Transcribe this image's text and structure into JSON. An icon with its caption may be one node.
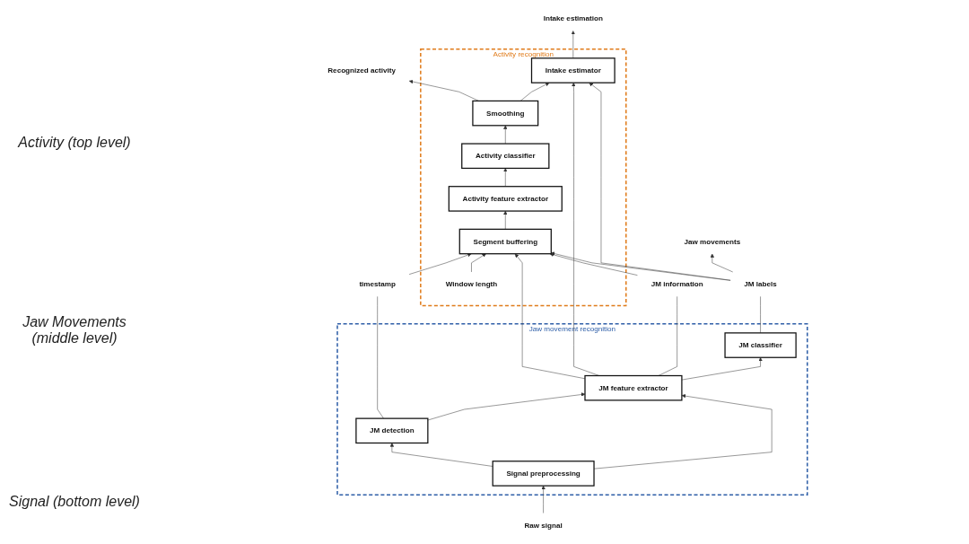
{
  "diagram": {
    "nodes": [
      {
        "text": [
          "Activity recognition"
        ]
      },
      {
        "text": [
          "Smoothing"
        ],
        "in": 0
      },
      {
        "text": [
          "Activity classifier"
        ],
        "in": 0
      },
      {
        "text": [
          "Activity feature extractor"
        ],
        "in": 0
      },
      {
        "text": [
          "Intake estimator"
        ],
        "in": 0
      },
      {
        "text": [
          "Window length"
        ],
        "in": 0
      },
      {
        "text": [
          "Segment buffering"
        ],
        "in": 0
      },
      {
        "text": [
          "Recognized activity"
        ]
      },
      {
        "text": [
          "Intake estimation"
        ]
      },
      {
        "text": [
          "Jaw movement recognition"
        ]
      },
      {
        "text": [
          "JM detection"
        ],
        "in": 9
      },
      {
        "text": [
          "JM feature extractor"
        ],
        "in": 9
      },
      {
        "text": [
          "JM classifier"
        ],
        "in": 9
      },
      {
        "text": [
          "Signal preprocessing"
        ],
        "in": 9
      },
      {
        "text": [
          "Raw signal"
        ]
      },
      {
        "text": [
          "timestamp"
        ]
      },
      {
        "text": [
          "JM information"
        ]
      },
      {
        "text": [
          "JM labels"
        ]
      },
      {
        "text": [
          "Jaw movements"
        ]
      }
    ],
    "edges": [
      {
        "from": 1,
        "to": 7,
        "arrow": "to"
      },
      {
        "from": 1,
        "to": 4,
        "arrow": "to"
      },
      {
        "from": 2,
        "to": 1,
        "arrow": "to"
      },
      {
        "from": 3,
        "to": 2,
        "arrow": "to"
      },
      {
        "from": 4,
        "to": 8,
        "arrow": "to"
      },
      {
        "from": 5,
        "to": 6,
        "arrow": "to"
      },
      {
        "from": 6,
        "to": 3,
        "arrow": "to"
      },
      {
        "from": 15,
        "to": 6,
        "arrow": "to"
      },
      {
        "from": 16,
        "to": 6,
        "arrow": "to"
      },
      {
        "from": 11,
        "to": 6,
        "arrow": "to"
      },
      {
        "from": 11,
        "to": 4,
        "arrow": "to"
      },
      {
        "from": 17,
        "to": 6,
        "arrow": "to"
      },
      {
        "from": 17,
        "to": 4,
        "arrow": "to"
      },
      {
        "from": 17,
        "to": 18,
        "arrow": "to"
      },
      {
        "from": 10,
        "to": 15,
        "arrow": "none"
      },
      {
        "from": 11,
        "to": 16,
        "arrow": "none"
      },
      {
        "from": 12,
        "to": 17,
        "arrow": "none"
      },
      {
        "from": 10,
        "to": 11,
        "arrow": "to"
      },
      {
        "from": 11,
        "to": 12,
        "arrow": "to"
      },
      {
        "from": 13,
        "to": 10,
        "arrow": "to"
      },
      {
        "from": 13,
        "to": 11,
        "arrow": "to"
      },
      {
        "from": 14,
        "to": 13,
        "arrow": "to"
      }
    ],
    "labels": [
      "Activity (top level)",
      "Jaw Movements (middle level)",
      "Signal (bottom level)"
    ]
  }
}
